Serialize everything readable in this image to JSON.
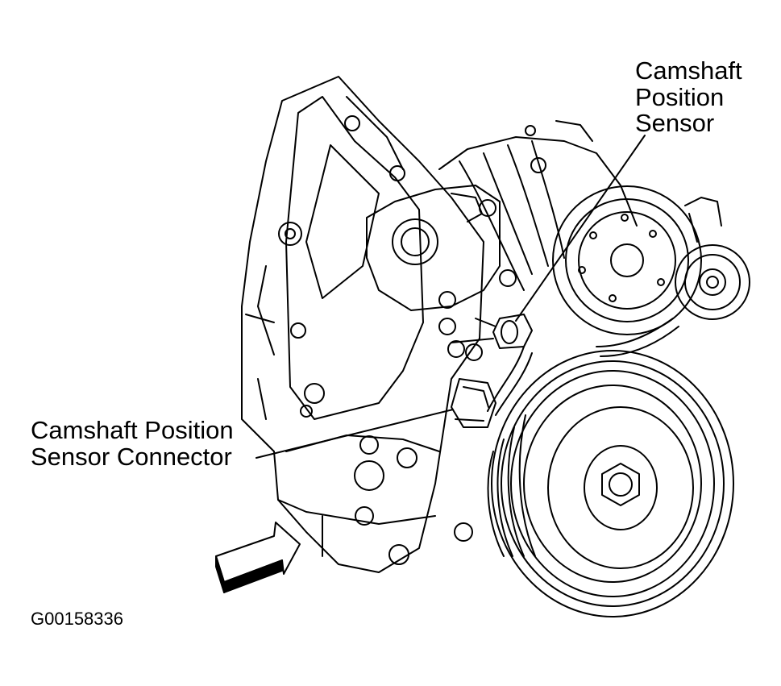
{
  "callouts": {
    "sensor": {
      "lines": [
        "Camshaft",
        "Position",
        "Sensor"
      ]
    },
    "connector": {
      "lines": [
        "Camshaft Position",
        "Sensor Connector"
      ]
    }
  },
  "figure_id": "G00158336",
  "colors": {
    "ink": "#000000",
    "paper": "#ffffff"
  }
}
